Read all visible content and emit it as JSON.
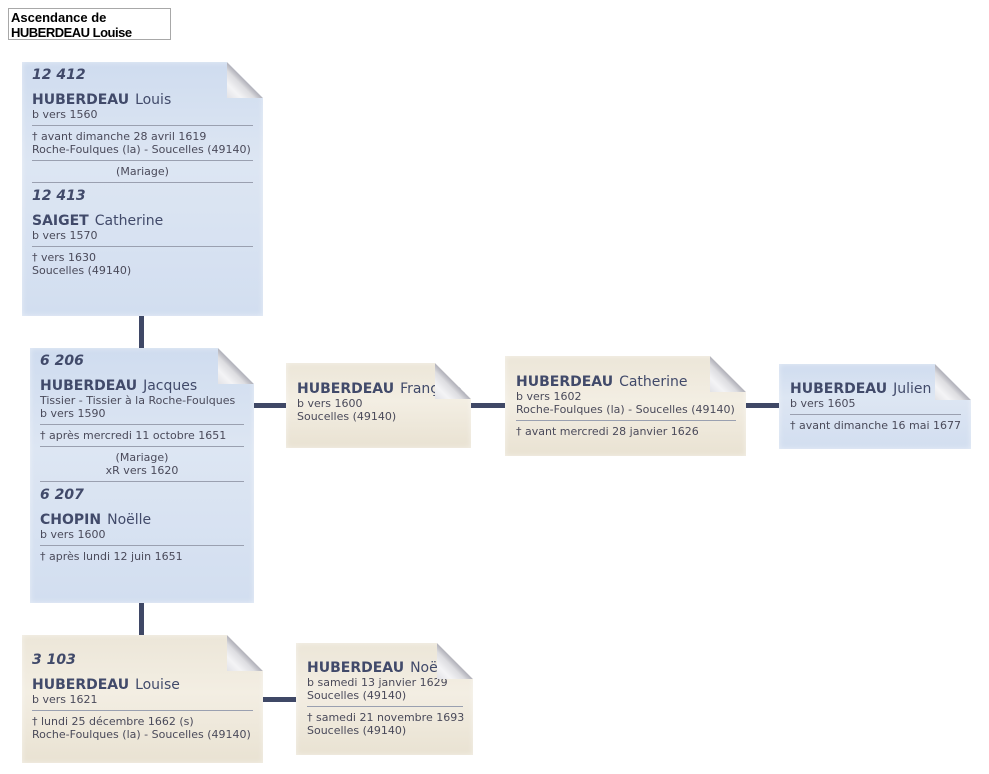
{
  "title": {
    "line1": "Ascendance de",
    "line2": "HUBERDEAU Louise"
  },
  "cards": {
    "louis": {
      "sosa": "12 412",
      "surname": "HUBERDEAU",
      "given": "Louis",
      "birth": "b vers 1560",
      "death": "† avant dimanche 28 avril 1619",
      "death_place": "Roche-Foulques (la) - Soucelles (49140)"
    },
    "marriage1": {
      "label": "(Mariage)"
    },
    "catherine_s": {
      "sosa": "12 413",
      "surname": "SAIGET",
      "given": "Catherine",
      "birth": "b vers 1570",
      "death": "† vers 1630",
      "death_place": "Soucelles (49140)"
    },
    "jacques": {
      "sosa": "6 206",
      "surname": "HUBERDEAU",
      "given": "Jacques",
      "occupation": "Tissier  - Tissier à la Roche-Foulques",
      "birth": "b vers 1590",
      "death": "† après mercredi 11 octobre 1651"
    },
    "marriage2": {
      "label": "(Mariage)",
      "date": "xR vers 1620"
    },
    "noelle_c": {
      "sosa": "6 207",
      "surname": "CHOPIN",
      "given": "Noëlle",
      "birth": "b vers 1600",
      "death": "† après lundi 12 juin 1651"
    },
    "louise": {
      "sosa": "3 103",
      "surname": "HUBERDEAU",
      "given": "Louise",
      "birth": "b vers 1621",
      "death": "† lundi 25 décembre 1662 (s)",
      "death_place": "Roche-Foulques (la) - Soucelles (49140)"
    },
    "francoise": {
      "surname": "HUBERDEAU",
      "given": "Françoise",
      "birth": "b vers 1600",
      "birth_place": "Soucelles (49140)"
    },
    "catherine_h": {
      "surname": "HUBERDEAU",
      "given": "Catherine",
      "birth": "b vers 1602",
      "birth_place": "Roche-Foulques (la) - Soucelles (49140)",
      "death": "† avant mercredi 28 janvier 1626"
    },
    "julien": {
      "surname": "HUBERDEAU",
      "given": "Julien",
      "birth": "b vers 1605",
      "death": "† avant dimanche 16 mai 1677"
    },
    "noelle_h": {
      "surname": "HUBERDEAU",
      "given": "Noëlle",
      "birth": "b samedi 13 janvier 1629",
      "birth_place": "Soucelles (49140)",
      "death": "† samedi 21 novembre 1693",
      "death_place": "Soucelles (49140)"
    }
  },
  "colors": {
    "card_blue": "#d5e0f0",
    "card_beige": "#efe9dc",
    "connector": "#3f4866",
    "name_text": "#414a6a"
  }
}
